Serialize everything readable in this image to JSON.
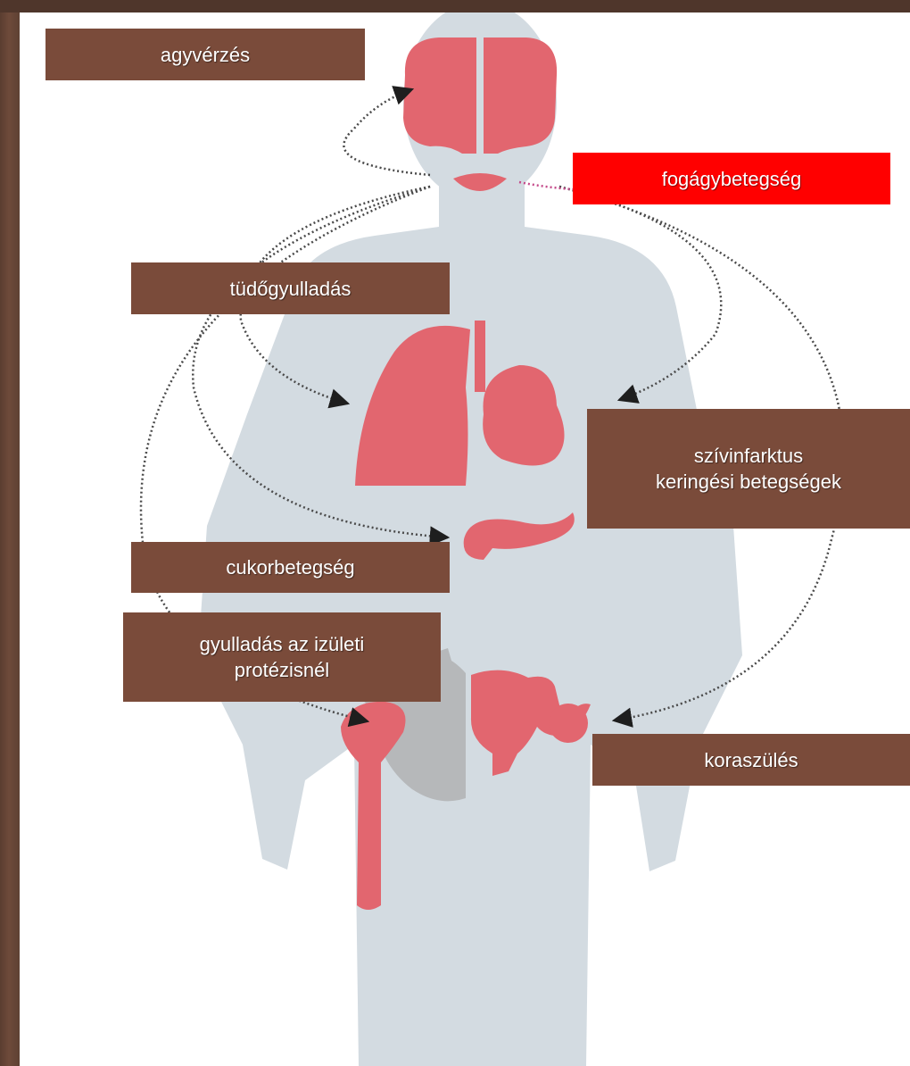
{
  "labels": {
    "brain_bleed": "agyvérzés",
    "periodontal": "fogágybetegség",
    "pneumonia": "tüdőgyulladás",
    "heart_line1": "szívinfarktus",
    "heart_line2": "keringési betegségek",
    "diabetes": "cukorbetegség",
    "premature_birth": "koraszülés",
    "joint_line1": "gyulladás az izületi",
    "joint_line2": "protézisnél"
  },
  "colors": {
    "label_bg": "#7a4b3a",
    "highlight_bg": "#ff0000",
    "silhouette": "#d3dbe1",
    "organ": "#e2666f",
    "pelvis_bone": "#b6b8ba"
  }
}
